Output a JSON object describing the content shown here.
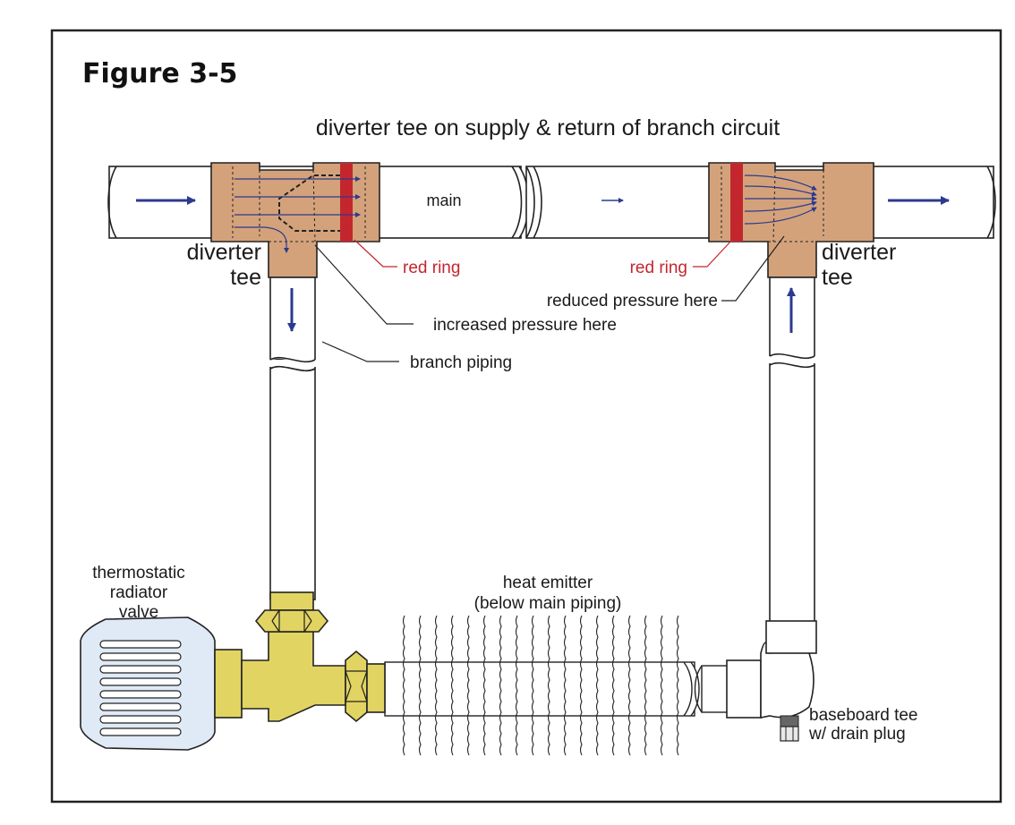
{
  "figure_label": "Figure 3-5",
  "caption": "diverter tee on supply & return of branch circuit",
  "labels": {
    "main": "main",
    "left_tee_line1": "diverter",
    "left_tee_line2": "tee",
    "right_tee_line1": "diverter",
    "right_tee_line2": "tee",
    "red_ring_left": "red ring",
    "red_ring_right": "red ring",
    "reduced_pressure": "reduced pressure here",
    "increased_pressure": "increased pressure here",
    "branch_piping": "branch piping",
    "trv_line1": "thermostatic",
    "trv_line2": "radiator",
    "trv_line3": "valve",
    "emitter_line1": "heat emitter",
    "emitter_line2": "(below main piping)",
    "baseboard_line1": "baseboard tee",
    "baseboard_line2": "w/ drain plug"
  },
  "colors": {
    "frame": "#222222",
    "pipe": "#ffffff",
    "copper": "#d4a27a",
    "red_ring": "#c4262e",
    "arrow": "#2b3a8f",
    "brass": "#e2d462",
    "valve_head": "#dfeaf6",
    "label_red": "#c4262e"
  }
}
